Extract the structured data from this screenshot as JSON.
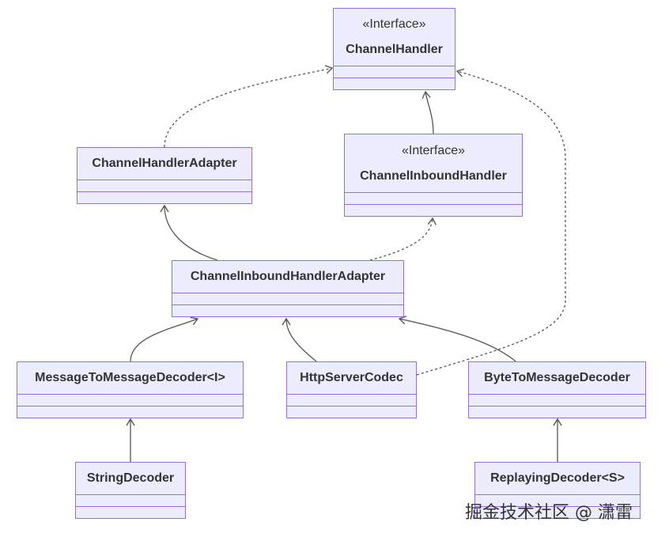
{
  "classes": {
    "channel_handler": {
      "stereotype": "«Interface»",
      "name": "ChannelHandler"
    },
    "channel_handler_adapter": {
      "name": "ChannelHandlerAdapter"
    },
    "channel_inbound_handler": {
      "stereotype": "«Interface»",
      "name": "ChannelInboundHandler"
    },
    "channel_inbound_handler_adapter": {
      "name": "ChannelInboundHandlerAdapter"
    },
    "message_to_message_decoder": {
      "name": "MessageToMessageDecoder<I>"
    },
    "http_server_codec": {
      "name": "HttpServerCodec"
    },
    "byte_to_message_decoder": {
      "name": "ByteToMessageDecoder"
    },
    "string_decoder": {
      "name": "StringDecoder"
    },
    "replaying_decoder": {
      "name": "ReplayingDecoder<S>"
    }
  },
  "relations": [
    {
      "from": "ChannelHandlerAdapter",
      "to": "ChannelHandler",
      "kind": "realization"
    },
    {
      "from": "ChannelInboundHandler",
      "to": "ChannelHandler",
      "kind": "inheritance"
    },
    {
      "from": "ChannelInboundHandlerAdapter",
      "to": "ChannelHandlerAdapter",
      "kind": "inheritance"
    },
    {
      "from": "ChannelInboundHandlerAdapter",
      "to": "ChannelInboundHandler",
      "kind": "realization"
    },
    {
      "from": "MessageToMessageDecoder<I>",
      "to": "ChannelInboundHandlerAdapter",
      "kind": "inheritance"
    },
    {
      "from": "HttpServerCodec",
      "to": "ChannelInboundHandlerAdapter",
      "kind": "inheritance"
    },
    {
      "from": "ByteToMessageDecoder",
      "to": "ChannelInboundHandlerAdapter",
      "kind": "inheritance"
    },
    {
      "from": "HttpServerCodec",
      "to": "ChannelHandler",
      "kind": "realization"
    },
    {
      "from": "StringDecoder",
      "to": "MessageToMessageDecoder<I>",
      "kind": "inheritance"
    },
    {
      "from": "ReplayingDecoder<S>",
      "to": "ByteToMessageDecoder",
      "kind": "inheritance"
    }
  ],
  "colors": {
    "box_fill": "#ECECFF",
    "box_border": "#9370DB",
    "line": "#555555",
    "text": "#333333"
  },
  "watermark": "掘金技术社区 @ 潇雷"
}
